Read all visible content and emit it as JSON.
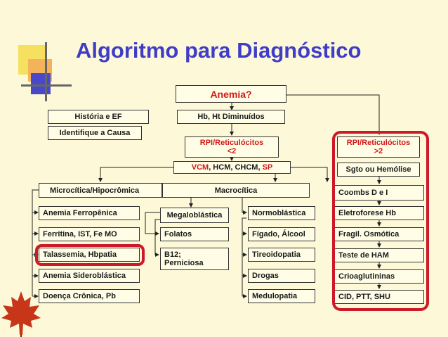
{
  "title": "Algoritmo para Diagnóstico",
  "nodes": {
    "anemia": "Anemia?",
    "historia": "História e EF",
    "identifique": "Identifique a Causa",
    "hb_ht": "Hb, Ht Diminuídos",
    "rpi_low_line1": "RPI/Reticulócitos",
    "rpi_low_line2": "<2",
    "rpi_high_line1": "RPI/Reticulócitos",
    "rpi_high_line2": ">2",
    "vcm": "VCM",
    "hcm_chcm": ", HCM, CHCM, ",
    "sp": "SP",
    "microcitica": "Microcítica/Hipocrômica",
    "macrocitica": "Macrocítica",
    "micro_items": [
      "Anemia Ferropênica",
      "Ferritina, IST, Fe MO",
      "Talassemia, Hbpatia",
      "Anemia Sideroblástica",
      "Doença Crônica, Pb"
    ],
    "megaloblastica": "Megaloblástica",
    "folatos": "Folatos",
    "b12_line1": "B12;",
    "b12_line2": "Perniciosa",
    "normo_items": [
      "Normoblástica",
      "Fígado, Álcool",
      "Tireoidopatia",
      "Drogas",
      "Medulopatia"
    ],
    "right_items": [
      "Sgto ou Hemólise",
      "Coombs D e I",
      "Eletroforese Hb",
      "Fragil. Osmótica",
      "Teste de HAM",
      "Crioaglutininas",
      "CID, PTT, SHU"
    ]
  },
  "colors": {
    "title": "#3f3dc8",
    "accent_red": "#d01919",
    "highlight": "#cc1a2a",
    "background": "#fdf8d8"
  }
}
